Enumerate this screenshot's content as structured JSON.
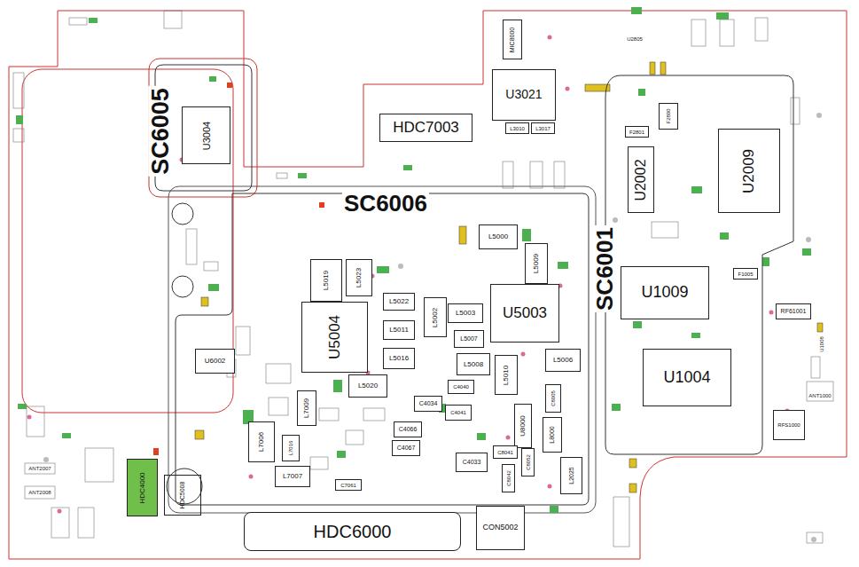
{
  "diagram": {
    "nodes": [
      {
        "text": [
          "SC6005"
        ]
      },
      {
        "text": [
          "U3004"
        ],
        "in": 0
      },
      {
        "text": [
          "HDC7003"
        ]
      },
      {
        "text": [
          "MIC8000"
        ]
      },
      {
        "text": [
          "U3021"
        ]
      },
      {
        "text": [
          "L3010"
        ]
      },
      {
        "text": [
          "L3017"
        ]
      },
      {
        "text": [
          "SC6006"
        ]
      },
      {
        "text": [
          "L5019"
        ],
        "in": 7
      },
      {
        "text": [
          "L5023"
        ],
        "in": 7
      },
      {
        "text": [
          "L5022"
        ],
        "in": 7
      },
      {
        "text": [
          "L5011"
        ],
        "in": 7
      },
      {
        "text": [
          "L5016"
        ],
        "in": 7
      },
      {
        "text": [
          "U5004"
        ],
        "in": 7
      },
      {
        "text": [
          "L5002"
        ],
        "in": 7
      },
      {
        "text": [
          "L5003"
        ],
        "in": 7
      },
      {
        "text": [
          "L5007"
        ],
        "in": 7
      },
      {
        "text": [
          "L5008"
        ],
        "in": 7
      },
      {
        "text": [
          "U5003"
        ],
        "in": 7
      },
      {
        "text": [
          "L5000"
        ],
        "in": 7
      },
      {
        "text": [
          "L5009"
        ],
        "in": 7
      },
      {
        "text": [
          "L5010"
        ],
        "in": 7
      },
      {
        "text": [
          "L5006"
        ],
        "in": 7
      },
      {
        "text": [
          "L5020"
        ],
        "in": 7
      },
      {
        "text": [
          "U6002"
        ],
        "in": 7
      },
      {
        "text": [
          "L7006"
        ],
        "in": 7
      },
      {
        "text": [
          "L7009"
        ],
        "in": 7
      },
      {
        "text": [
          "L7016"
        ],
        "in": 7
      },
      {
        "text": [
          "L7007"
        ],
        "in": 7
      },
      {
        "text": [
          "C7061"
        ],
        "in": 7
      },
      {
        "text": [
          "C4040"
        ],
        "in": 7
      },
      {
        "text": [
          "C4034"
        ],
        "in": 7
      },
      {
        "text": [
          "C4041"
        ],
        "in": 7
      },
      {
        "text": [
          "C4066"
        ],
        "in": 7
      },
      {
        "text": [
          "C4067"
        ],
        "in": 7
      },
      {
        "text": [
          "C4033"
        ],
        "in": 7
      },
      {
        "text": [
          "U8000"
        ],
        "in": 7
      },
      {
        "text": [
          "C8005"
        ],
        "in": 7
      },
      {
        "text": [
          "L8000"
        ],
        "in": 7
      },
      {
        "text": [
          "C8041"
        ],
        "in": 7
      },
      {
        "text": [
          "C8042"
        ],
        "in": 7
      },
      {
        "text": [
          "C8052"
        ],
        "in": 7
      },
      {
        "text": [
          "L2025"
        ],
        "in": 7
      },
      {
        "text": [
          "SC6001"
        ]
      },
      {
        "text": [
          "F2801"
        ],
        "in": 43
      },
      {
        "text": [
          "F2800"
        ],
        "in": 43
      },
      {
        "text": [
          "U2002"
        ],
        "in": 43
      },
      {
        "text": [
          "U2009"
        ],
        "in": 43
      },
      {
        "text": [
          "U1009"
        ],
        "in": 43
      },
      {
        "text": [
          "F1005"
        ],
        "in": 43
      },
      {
        "text": [
          "U1004"
        ],
        "in": 43
      },
      {
        "text": [
          "RF61001"
        ]
      },
      {
        "text": [
          "RFS1000"
        ]
      },
      {
        "text": [
          "HDC4000"
        ]
      },
      {
        "text": [
          "HDC5008"
        ]
      },
      {
        "text": [
          "HDC6000"
        ]
      },
      {
        "text": [
          "CON5002"
        ]
      }
    ],
    "labels": [
      "ANT2007",
      "ANT2008",
      "U2805",
      "U1008",
      "ANT1000"
    ]
  }
}
